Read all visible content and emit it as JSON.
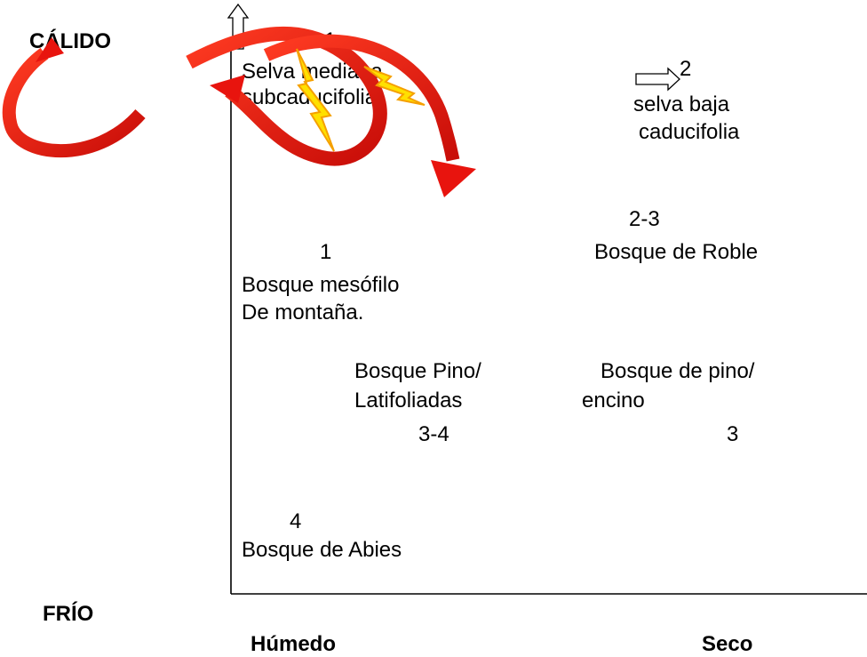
{
  "axes": {
    "top": "CÁLIDO",
    "bottom": "FRÍO",
    "left": "Húmedo",
    "right": "Seco"
  },
  "zones": {
    "selva_mediana": {
      "number": "1",
      "line1": "Selva mediana",
      "line2": "subcaducifolia"
    },
    "selva_baja": {
      "number": "2",
      "line1": "selva baja",
      "line2": "caducifolia"
    },
    "bosque_roble": {
      "number": "2-3",
      "label": "Bosque de Roble"
    },
    "bosque_mesofilo": {
      "number": "1",
      "line1": "Bosque mesófilo",
      "line2": "De montaña."
    },
    "bosque_pino_latifoliadas": {
      "line1": "Bosque Pino/",
      "line2": "Latifoliadas",
      "number": "3-4"
    },
    "bosque_pino_encino": {
      "line1": "Bosque de pino/",
      "line2": "encino",
      "number": "3"
    },
    "bosque_abies": {
      "number": "4",
      "label": "Bosque de Abies"
    }
  },
  "colors": {
    "arrow_red": "#e8140e",
    "arrow_dark": "#a80c08",
    "lightning_yellow": "#ffe000",
    "lightning_orange": "#f5a000"
  },
  "icons": [
    "curved-arrow-icon",
    "lightning-icon",
    "hollow-arrow-up-icon",
    "hollow-arrow-right-icon"
  ]
}
